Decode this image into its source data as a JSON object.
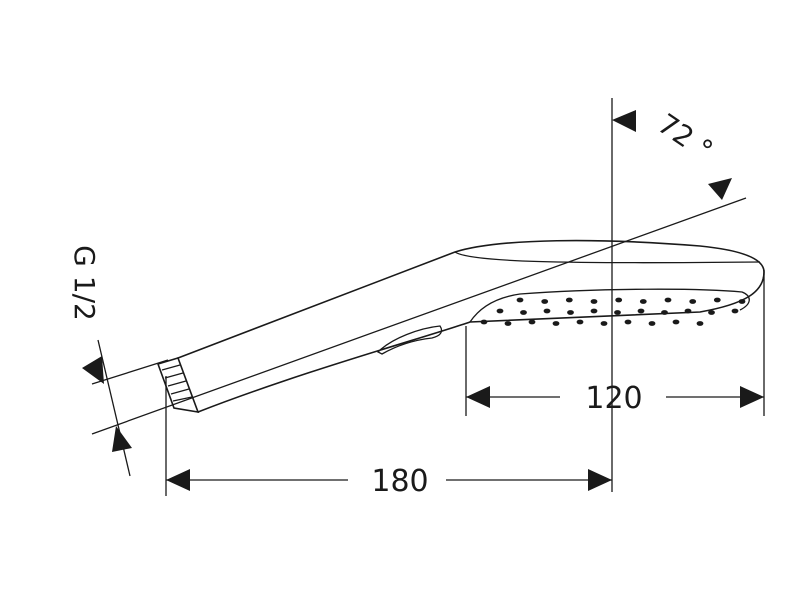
{
  "dimensions": {
    "length_total": "180",
    "length_head": "120",
    "angle": "72 °",
    "thread": "G 1/2"
  },
  "colors": {
    "line": "#1a1a1a",
    "background": "#ffffff"
  }
}
